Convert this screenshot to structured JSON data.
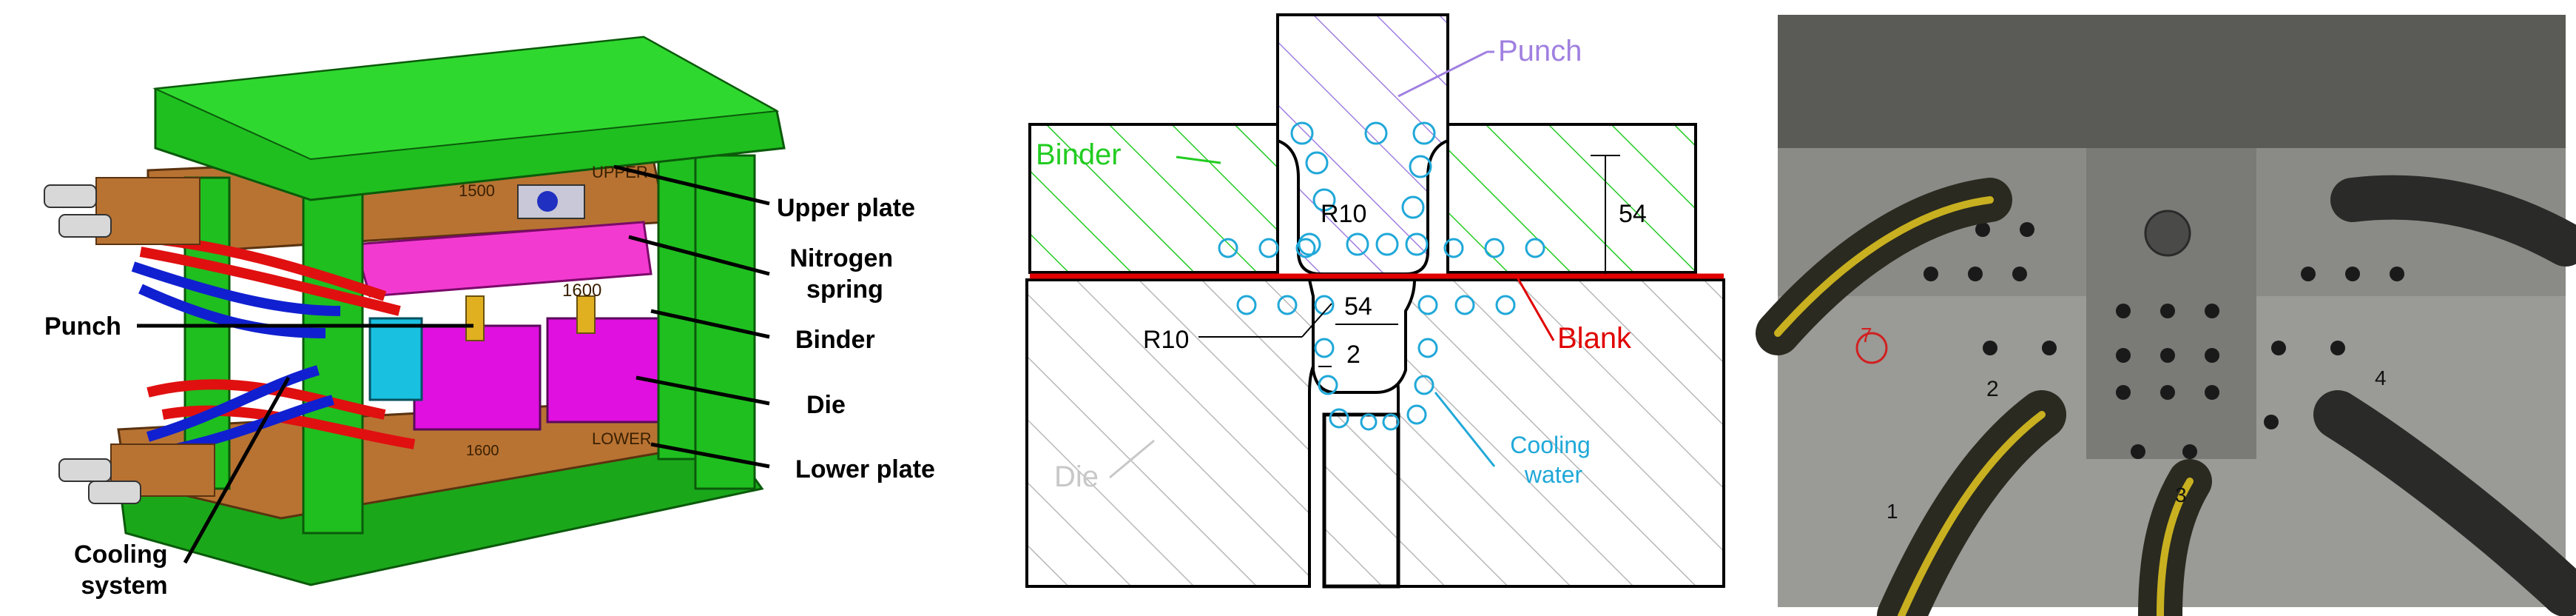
{
  "panel_3d": {
    "callouts": {
      "upper_plate": "Upper plate",
      "nitrogen_spring": "Nitrogen\nspring",
      "punch": "Punch",
      "binder": "Binder",
      "die": "Die",
      "lower_plate": "Lower plate",
      "cooling_system": "Cooling\nsystem"
    },
    "embossed": {
      "upper_1500": "1500",
      "upper": "UPPER",
      "mid_1600": "1600",
      "lower_1600": "1600",
      "lower": "LOWER"
    },
    "colors": {
      "frame": "#1fbf1f",
      "plates": "#b87333",
      "die": "#e010e0",
      "binder": "#f33ad0",
      "hose_red": "#e01010",
      "hose_blue": "#1020d0"
    }
  },
  "panel_section": {
    "labels": {
      "punch": "Punch",
      "binder": "Binder",
      "blank": "Blank",
      "die": "Die",
      "cooling": "Cooling\nwater"
    },
    "dims": {
      "r_punch": "R10",
      "r_die": "R10",
      "height": "54",
      "width": "54",
      "gap": "2"
    },
    "colors": {
      "punch": "#a080e0",
      "binder": "#22cc22",
      "blank": "#e00000",
      "die": "#c8c8c8",
      "cooling": "#20a8d8"
    }
  },
  "panel_photo": {
    "handwritten": {
      "n1": "1",
      "n2": "2",
      "n3": "3",
      "n4": "4",
      "n7": "7"
    }
  }
}
